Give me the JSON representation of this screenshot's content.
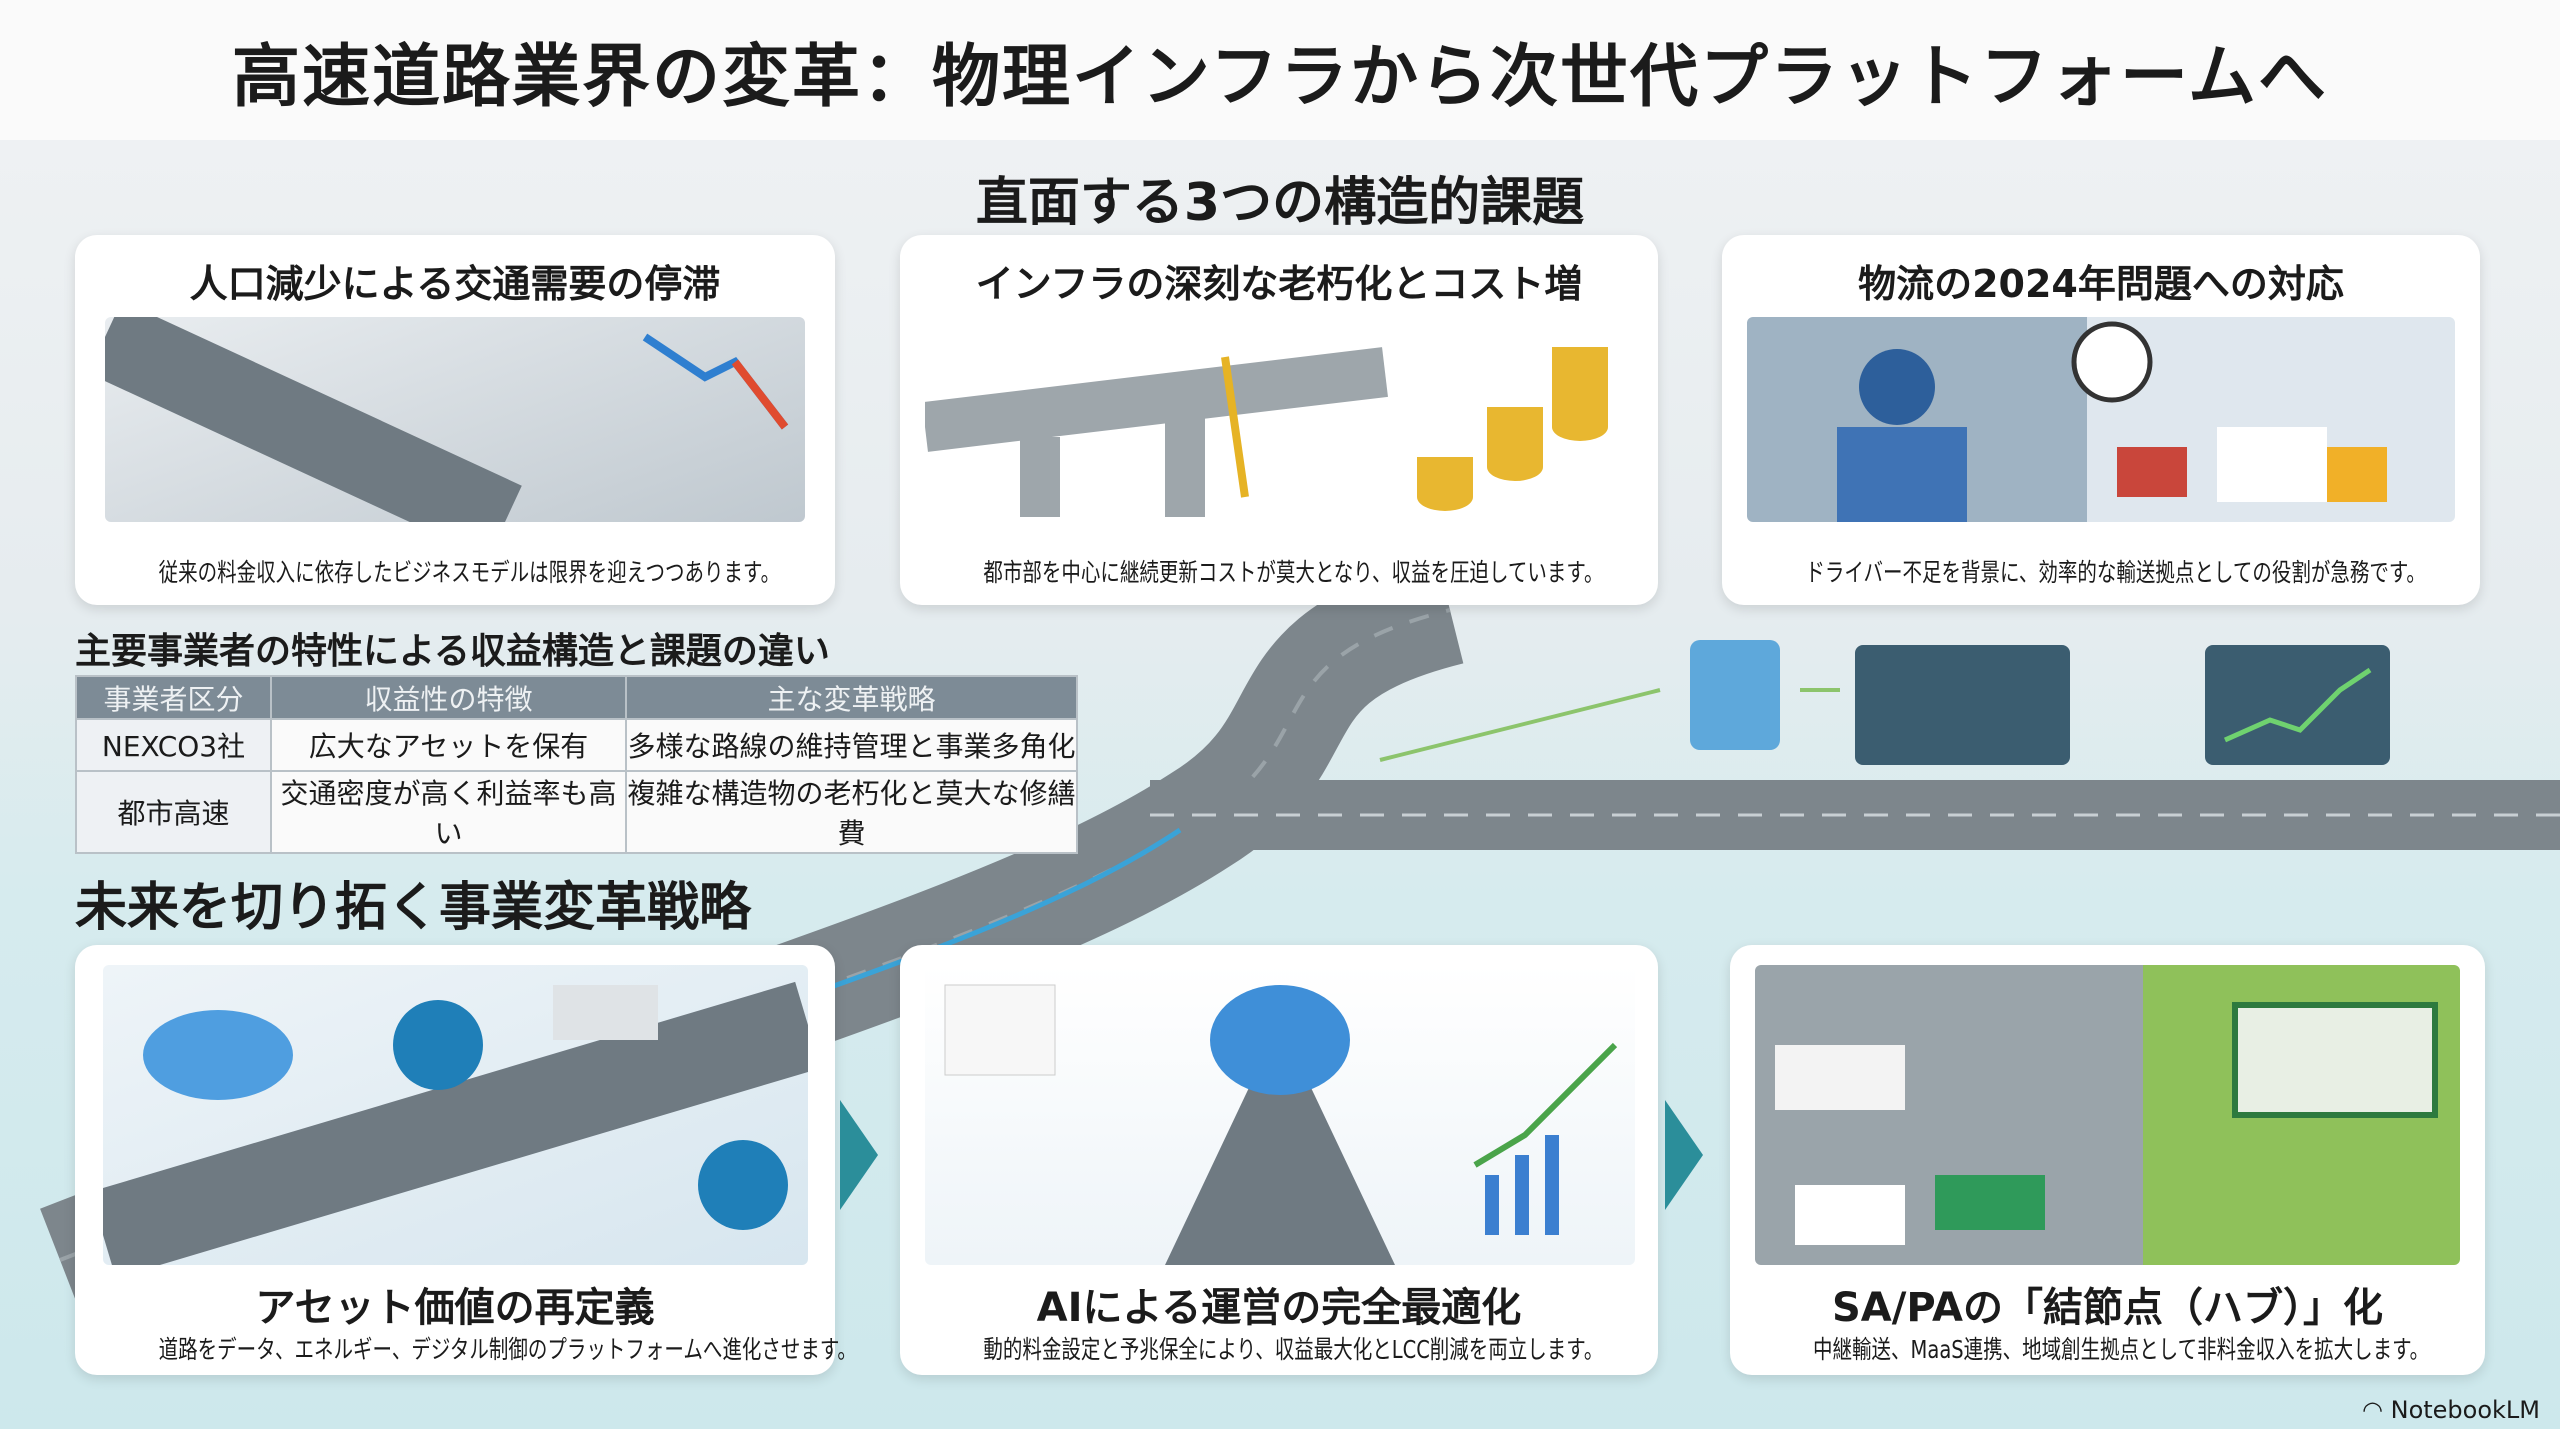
{
  "title": "高速道路業界の変革：物理インフラから次世代プラットフォームへ",
  "challenges": {
    "heading": "直面する3つの構造的課題",
    "cards": [
      {
        "title": "人口減少による交通需要の停滞",
        "caption": "従来の料金収入に依存したビジネスモデルは限界を迎えつつあります。",
        "icon": "declining-traffic-illustration"
      },
      {
        "title": "インフラの深刻な老朽化とコスト増",
        "caption": "都市部を中心に継続更新コストが莫大となり、収益を圧迫しています。",
        "icon": "aging-bridge-illustration"
      },
      {
        "title": "物流の2024年問題への対応",
        "caption": "ドライバー不足を背景に、効率的な輸送拠点としての役割が急務です。",
        "icon": "truck-driver-illustration"
      }
    ]
  },
  "operators": {
    "heading": "主要事業者の特性による収益構造と課題の違い",
    "columns": [
      "事業者区分",
      "収益性の特徴",
      "主な変革戦略"
    ],
    "rows": [
      [
        "NEXCO3社",
        "広大なアセットを保有",
        "多様な路線の維持管理と事業多角化"
      ],
      [
        "都市高速",
        "交通密度が高く利益率も高い",
        "複雑な構造物の老朽化と莫大な修繕費"
      ]
    ]
  },
  "strategies": {
    "heading": "未来を切り拓く事業変革戦略",
    "cards": [
      {
        "title": "アセット価値の再定義",
        "caption": "道路をデータ、エネルギー、デジタル制御のプラットフォームへ進化させます。",
        "icon": "connected-road-illustration"
      },
      {
        "title": "AIによる運営の完全最適化",
        "caption": "動的料金設定と予兆保全により、収益最大化とLCC削減を両立します。",
        "icon": "ai-brain-illustration"
      },
      {
        "title": "SA/PAの「結節点（ハブ）」化",
        "caption": "中継輸送、MaaS連携、地域創生拠点として非料金収入を拡大します。",
        "icon": "service-area-hub-illustration"
      }
    ]
  },
  "brand": "NotebookLM"
}
